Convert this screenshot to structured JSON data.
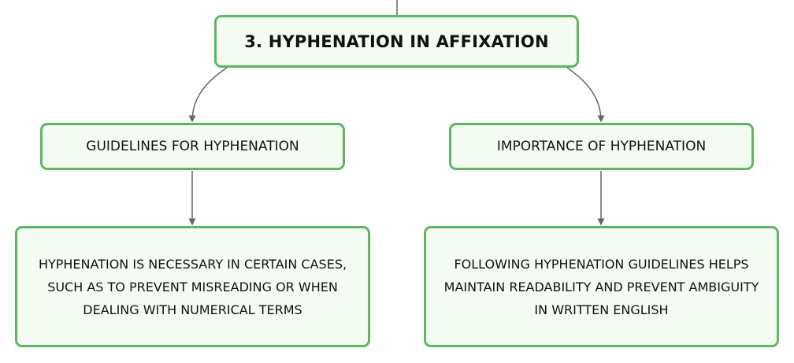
{
  "diagram": {
    "root": {
      "label": "3. HYPHENATION IN AFFIXATION"
    },
    "branches": [
      {
        "label": "GUIDELINES FOR HYPHENATION",
        "child": "HYPHENATION IS NECESSARY IN CERTAIN CASES, SUCH AS TO PREVENT MISREADING OR WHEN DEALING WITH NUMERICAL TERMS"
      },
      {
        "label": "IMPORTANCE OF HYPHENATION",
        "child": "FOLLOWING HYPHENATION GUIDELINES HELPS MAINTAIN READABILITY AND PREVENT AMBIGUITY IN WRITTEN ENGLISH"
      }
    ],
    "colors": {
      "node_border": "#5cb85c",
      "node_fill": "#f3fbf3",
      "connector": "#666666",
      "text": "#111111"
    }
  }
}
